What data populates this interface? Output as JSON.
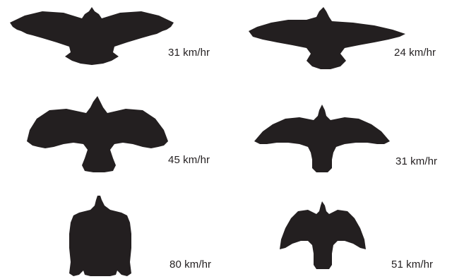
{
  "birds": [
    {
      "speed": "31 km/hr",
      "icon": "bird-silhouette-icon",
      "pose": "wings fully spread, broad tail fanned"
    },
    {
      "speed": "24 km/hr",
      "icon": "bird-silhouette-icon",
      "pose": "wings fully spread, long narrow wings"
    },
    {
      "speed": "45 km/hr",
      "icon": "bird-silhouette-icon",
      "pose": "wings partly flexed, tail spread"
    },
    {
      "speed": "31 km/hr",
      "icon": "bird-silhouette-icon",
      "pose": "wings swept back slightly, tail closed"
    },
    {
      "speed": "80 km/hr",
      "icon": "bird-silhouette-icon",
      "pose": "wings tucked along body"
    },
    {
      "speed": "51 km/hr",
      "icon": "bird-silhouette-icon",
      "pose": "wings swept back, compact"
    }
  ],
  "colors": {
    "silhouette": "#231f20",
    "text": "#231f20",
    "background": "#ffffff"
  }
}
